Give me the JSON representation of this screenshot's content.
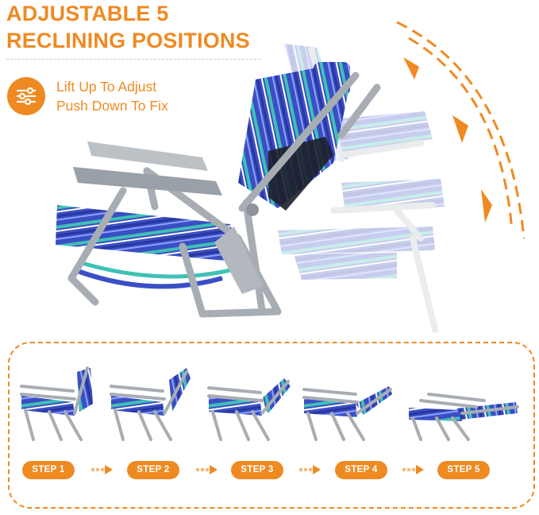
{
  "headline": {
    "line1": "ADJUSTABLE 5",
    "line2": "RECLINING POSITIONS"
  },
  "adjust": {
    "icon": "slider-settings-icon",
    "line1": "Lift Up To Adjust",
    "line2": "Push Down To Fix"
  },
  "colors": {
    "accent": "#ef8a22",
    "frame": "#a8adb3",
    "fabric_blue": "#3a4fc4",
    "fabric_teal": "#3fc1b5"
  },
  "steps": [
    {
      "label": "STEP 1"
    },
    {
      "label": "STEP 2"
    },
    {
      "label": "STEP 3"
    },
    {
      "label": "STEP 4"
    },
    {
      "label": "STEP 5"
    }
  ]
}
